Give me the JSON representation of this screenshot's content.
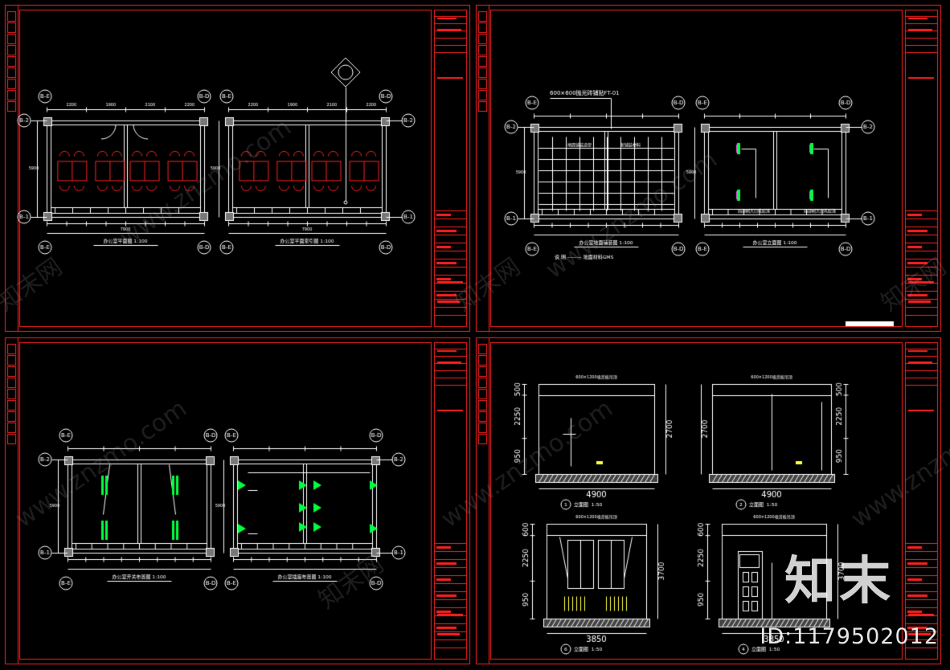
{
  "drawing_sheets": [
    {
      "id": "tl",
      "views": [
        {
          "title": "办公室平面图 1:100"
        },
        {
          "title": "办公室平面索引图 1:100"
        }
      ],
      "axis_labels": [
        "B-E",
        "B-D",
        "B-2",
        "B-1"
      ],
      "dims_top": [
        "2200",
        "1900",
        "2100",
        "2200"
      ],
      "dims_bottom": [
        "7900"
      ]
    },
    {
      "id": "tr",
      "views": [
        {
          "title": "办公室地面铺装图 1:100"
        },
        {
          "title": "办公室立面图 1:100"
        }
      ],
      "axis_labels": [
        "B-E",
        "B-D",
        "B-2",
        "B-1"
      ],
      "notes": [
        "600×600抛光砖铺贴FT-01",
        "地面铺装造型",
        "新铺装材料",
        "局部刷大白乳胶漆",
        "局部刷大白乳胶漆"
      ],
      "legend_text": "说 明 ——— 地面材料GMS"
    },
    {
      "id": "bl",
      "views": [
        {
          "title": "办公室开关布置图 1:100"
        },
        {
          "title": "办公室插座布置图 1:100"
        }
      ],
      "axis_labels": [
        "B-E",
        "B-D",
        "B-2",
        "B-1"
      ]
    },
    {
      "id": "br",
      "elevations": [
        {
          "marker": "1",
          "title": "立面图",
          "scale": "1:50",
          "width_dim": "4900",
          "heights": [
            "500",
            "2250",
            "950"
          ],
          "total": "2700",
          "note": "600×1200吸音板吊顶"
        },
        {
          "marker": "2",
          "title": "立面图",
          "scale": "1:50",
          "width_dim": "4900",
          "heights": [
            "500",
            "2250",
            "950"
          ],
          "total": "2700",
          "note": "600×1200吸音板吊顶"
        },
        {
          "marker": "6",
          "title": "立面图",
          "scale": "1:50",
          "width_dim": "3850",
          "heights": [
            "600",
            "2250",
            "950"
          ],
          "total": "3700",
          "note": "600×1200吸音板吊顶"
        },
        {
          "marker": "4",
          "title": "立面图",
          "scale": "1:50",
          "width_dim": "3850",
          "heights": [
            "600",
            "2250",
            "950"
          ],
          "total": "3700",
          "note": "600×1200吸音板吊顶"
        }
      ]
    }
  ],
  "watermarks": {
    "logo": "知末",
    "id": "ID:1179502012",
    "tile": "www.znzmo.com",
    "tile_cn": "知末网"
  },
  "colors": {
    "background": "#000000",
    "frame": "#ff2020",
    "lines": "#ffffff",
    "green": "#00ff40",
    "yellow": "#ffff40",
    "magenta": "#ff40ff"
  }
}
